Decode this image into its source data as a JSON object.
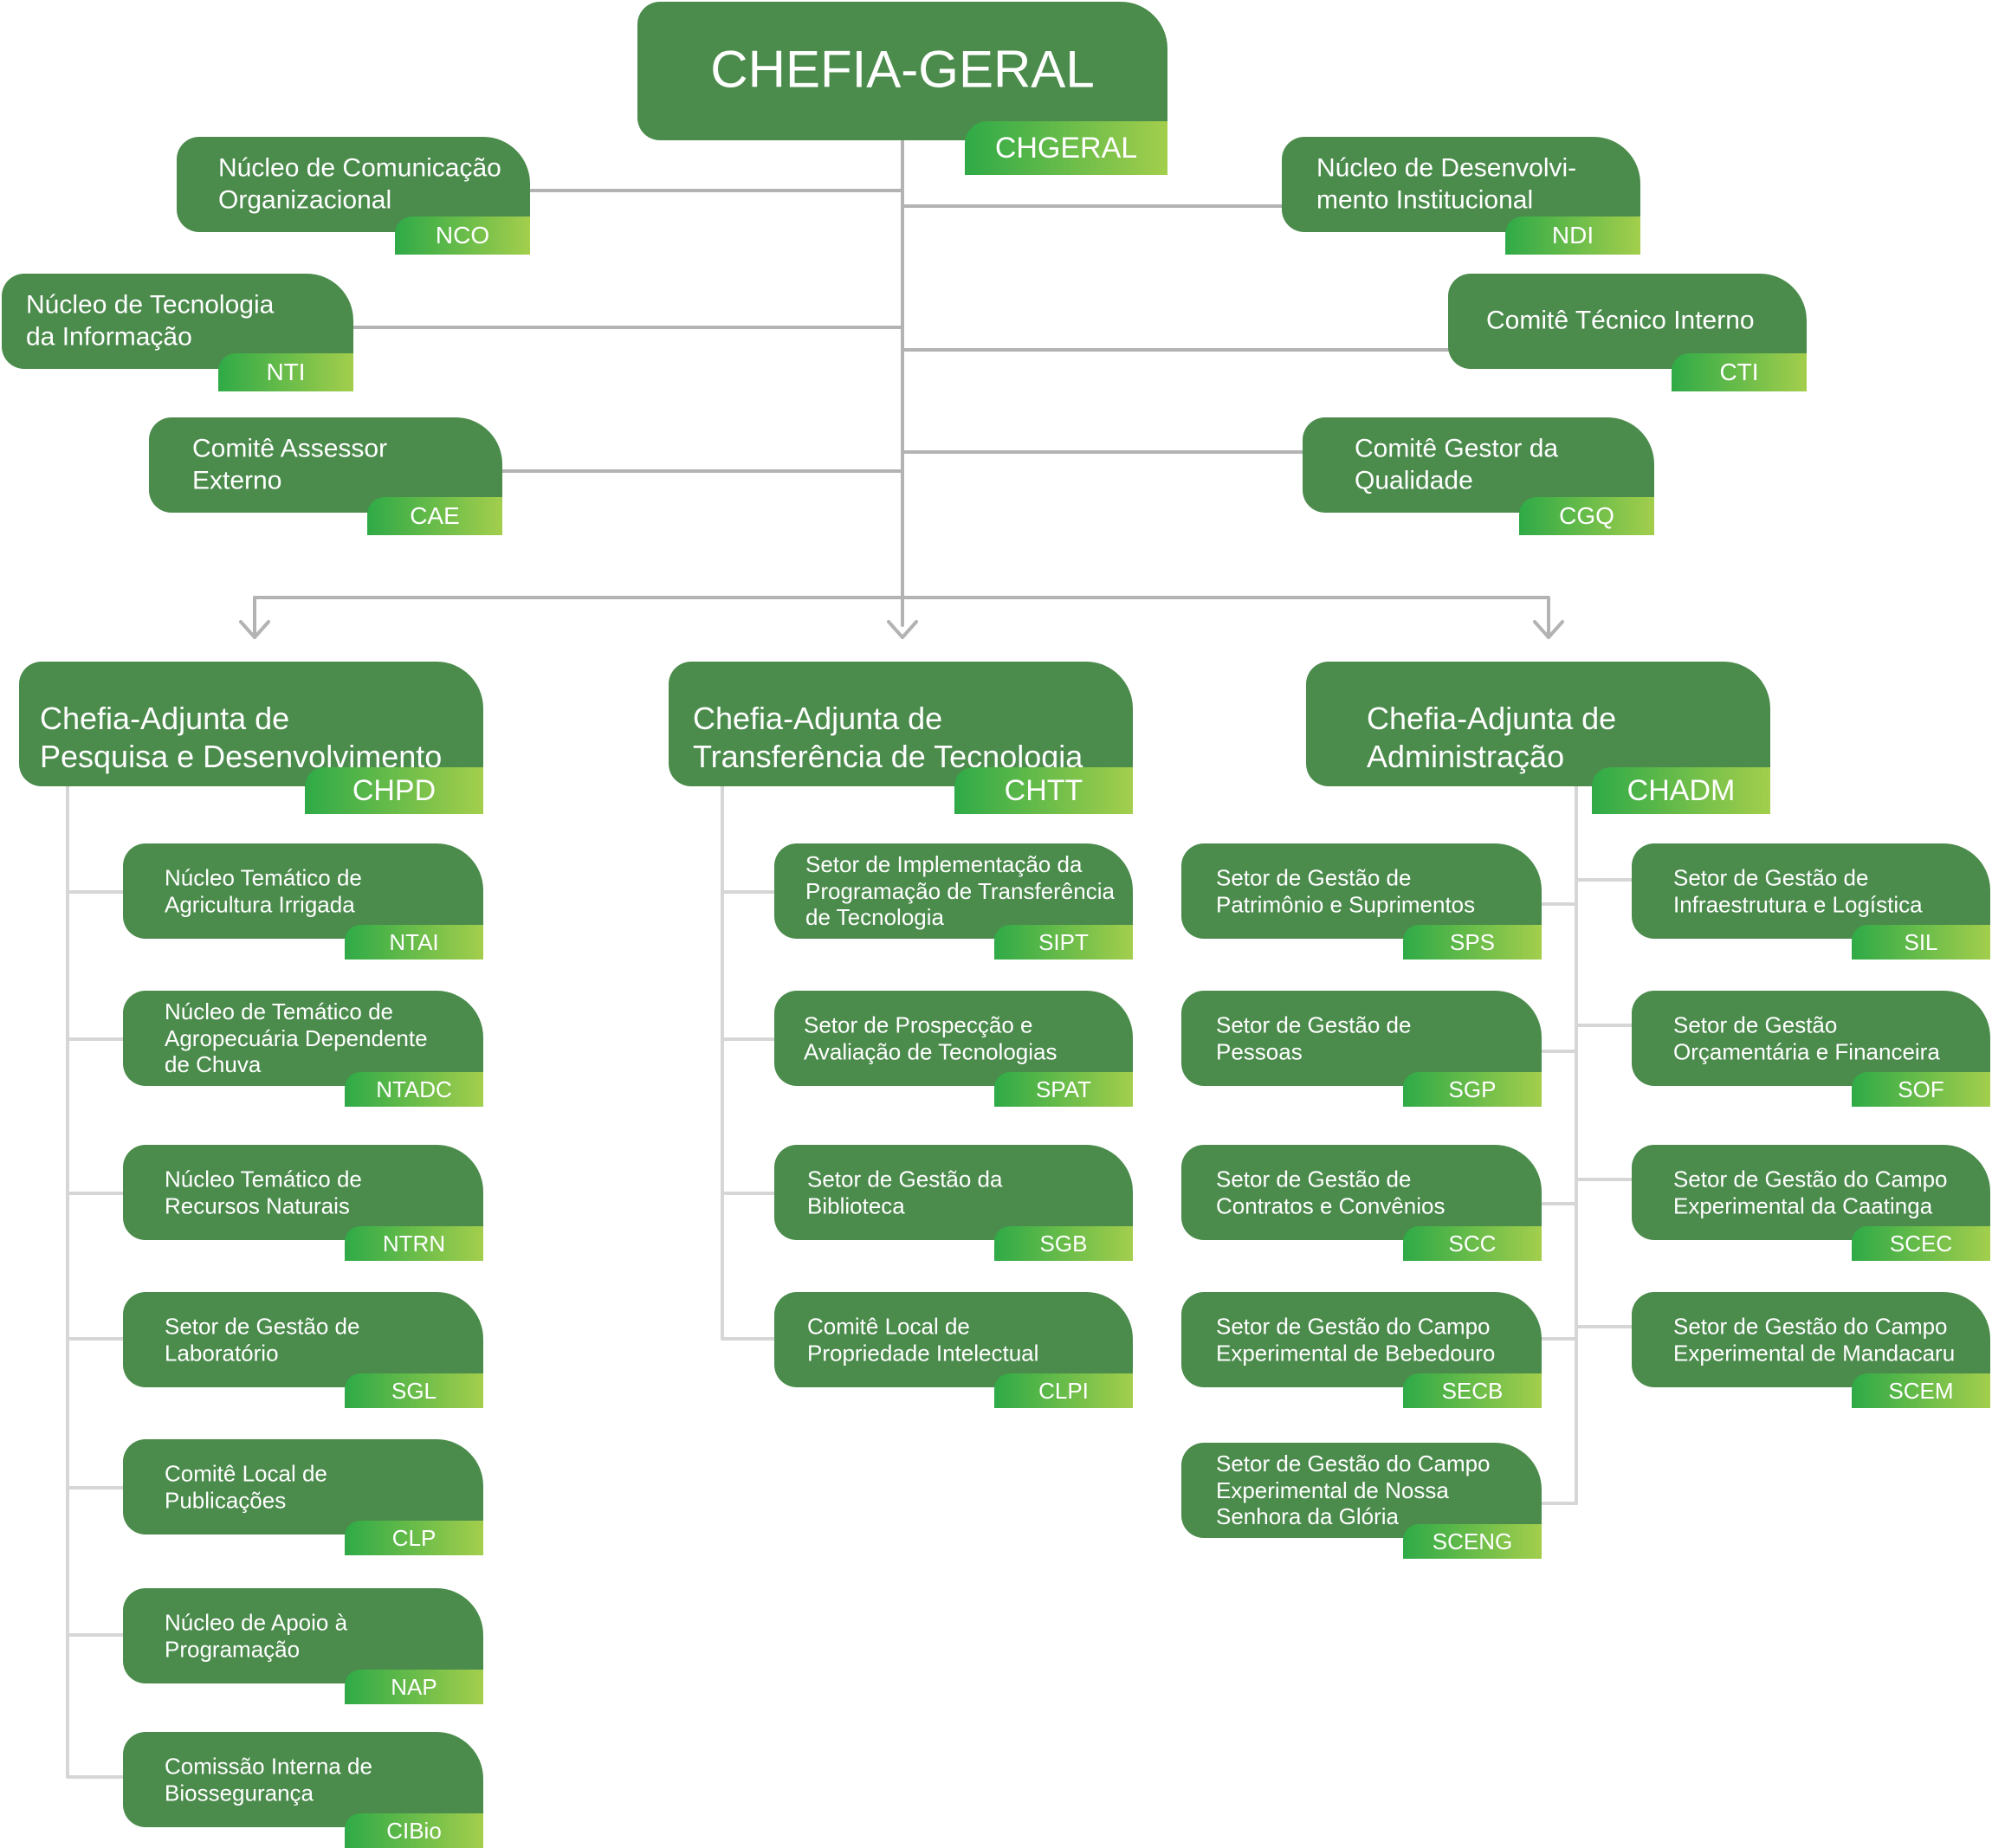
{
  "colors": {
    "box": "#4b8b4c",
    "tag_start": "#2faa47",
    "tag_end": "#a3ce4c",
    "connector": "#b3b3b3",
    "leaf_connector": "#d6d6d6"
  },
  "root": {
    "name": "CHEFIA-GERAL",
    "abbr": "CHGERAL"
  },
  "staff": [
    {
      "name": "Núcleo de Comunicação\nOrganizacional",
      "abbr": "NCO"
    },
    {
      "name": "Núcleo de Desenvolvi-\nmento Institucional",
      "abbr": "NDI"
    },
    {
      "name": "Núcleo de Tecnologia\nda Informação",
      "abbr": "NTI"
    },
    {
      "name": "Comitê Técnico Interno",
      "abbr": "CTI"
    },
    {
      "name": "Comitê Assessor\nExterno",
      "abbr": "CAE"
    },
    {
      "name": "Comitê Gestor da\nQualidade",
      "abbr": "CGQ"
    }
  ],
  "deputies": [
    {
      "name": "Chefia-Adjunta de\nPesquisa e Desenvolvimento",
      "abbr": "CHPD",
      "units": [
        {
          "name": "Núcleo Temático de\nAgricultura Irrigada",
          "abbr": "NTAI"
        },
        {
          "name": "Núcleo de Temático de\nAgropecuária Dependente\nde Chuva",
          "abbr": "NTADC"
        },
        {
          "name": "Núcleo Temático de\nRecursos Naturais",
          "abbr": "NTRN"
        },
        {
          "name": "Setor de Gestão de\nLaboratório",
          "abbr": "SGL"
        },
        {
          "name": "Comitê Local de\nPublicações",
          "abbr": "CLP"
        },
        {
          "name": "Núcleo de Apoio à\nProgramação",
          "abbr": "NAP"
        },
        {
          "name": "Comissão Interna de\nBiossegurança",
          "abbr": "CIBio"
        }
      ]
    },
    {
      "name": "Chefia-Adjunta de\nTransferência de Tecnologia",
      "abbr": "CHTT",
      "units": [
        {
          "name": "Setor de Implementação da\nProgramação de Transferência\nde Tecnologia",
          "abbr": "SIPT"
        },
        {
          "name": "Setor de Prospecção e\nAvaliação de Tecnologias",
          "abbr": "SPAT"
        },
        {
          "name": "Setor de Gestão da\nBiblioteca",
          "abbr": "SGB"
        },
        {
          "name": "Comitê Local de\nPropriedade Intelectual",
          "abbr": "CLPI"
        }
      ]
    },
    {
      "name": "Chefia-Adjunta de\nAdministração",
      "abbr": "CHADM",
      "units_left": [
        {
          "name": "Setor de Gestão de\nPatrimônio e Suprimentos",
          "abbr": "SPS"
        },
        {
          "name": "Setor de Gestão de\nPessoas",
          "abbr": "SGP"
        },
        {
          "name": "Setor de Gestão de\nContratos e Convênios",
          "abbr": "SCC"
        },
        {
          "name": "Setor de Gestão do Campo\nExperimental de Bebedouro",
          "abbr": "SECB"
        },
        {
          "name": "Setor de Gestão do Campo\nExperimental de Nossa\nSenhora da Glória",
          "abbr": "SCENG"
        }
      ],
      "units_right": [
        {
          "name": "Setor de Gestão de\nInfraestrutura e Logística",
          "abbr": "SIL"
        },
        {
          "name": "Setor de Gestão\nOrçamentária e Financeira",
          "abbr": "SOF"
        },
        {
          "name": "Setor de Gestão do Campo\nExperimental da Caatinga",
          "abbr": "SCEC"
        },
        {
          "name": "Setor de Gestão do Campo\nExperimental de Mandacaru",
          "abbr": "SCEM"
        }
      ]
    }
  ]
}
